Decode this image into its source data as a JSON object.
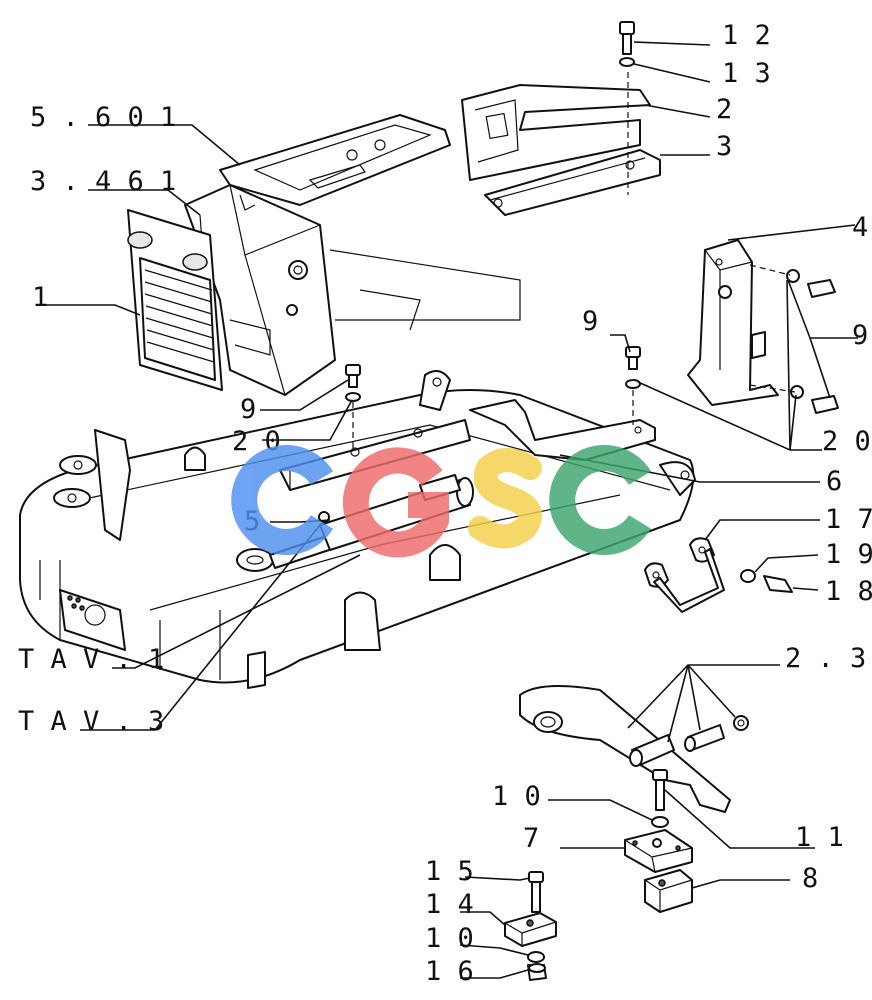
{
  "callouts": {
    "c12": "1 2",
    "c13": "1 3",
    "c2": "2",
    "c3": "3",
    "c5601": "5 . 6 0 1",
    "c3461": "3 . 4 6 1",
    "c4": "4",
    "c1": "1",
    "c9a": "9",
    "c9b": "9",
    "c9c": "9",
    "c20a": "2 0",
    "c20b": "2 0",
    "c6": "6",
    "c5": "5",
    "c17": "1 7",
    "c19": "1 9",
    "c18": "1 8",
    "ctav1": "T A V . 1",
    "c23": "2 . 3",
    "ctav3": "T A V . 3",
    "c10a": "1 0",
    "c11": "1 1",
    "c7": "7",
    "c8": "8",
    "c15": "1 5",
    "c14": "1 4",
    "c10b": "1 0",
    "c16": "1 6"
  },
  "watermark": {
    "text": "CGSC",
    "colors": [
      "#4f8ff0",
      "#ef6b6b",
      "#f5d04a",
      "#3da56e"
    ]
  }
}
